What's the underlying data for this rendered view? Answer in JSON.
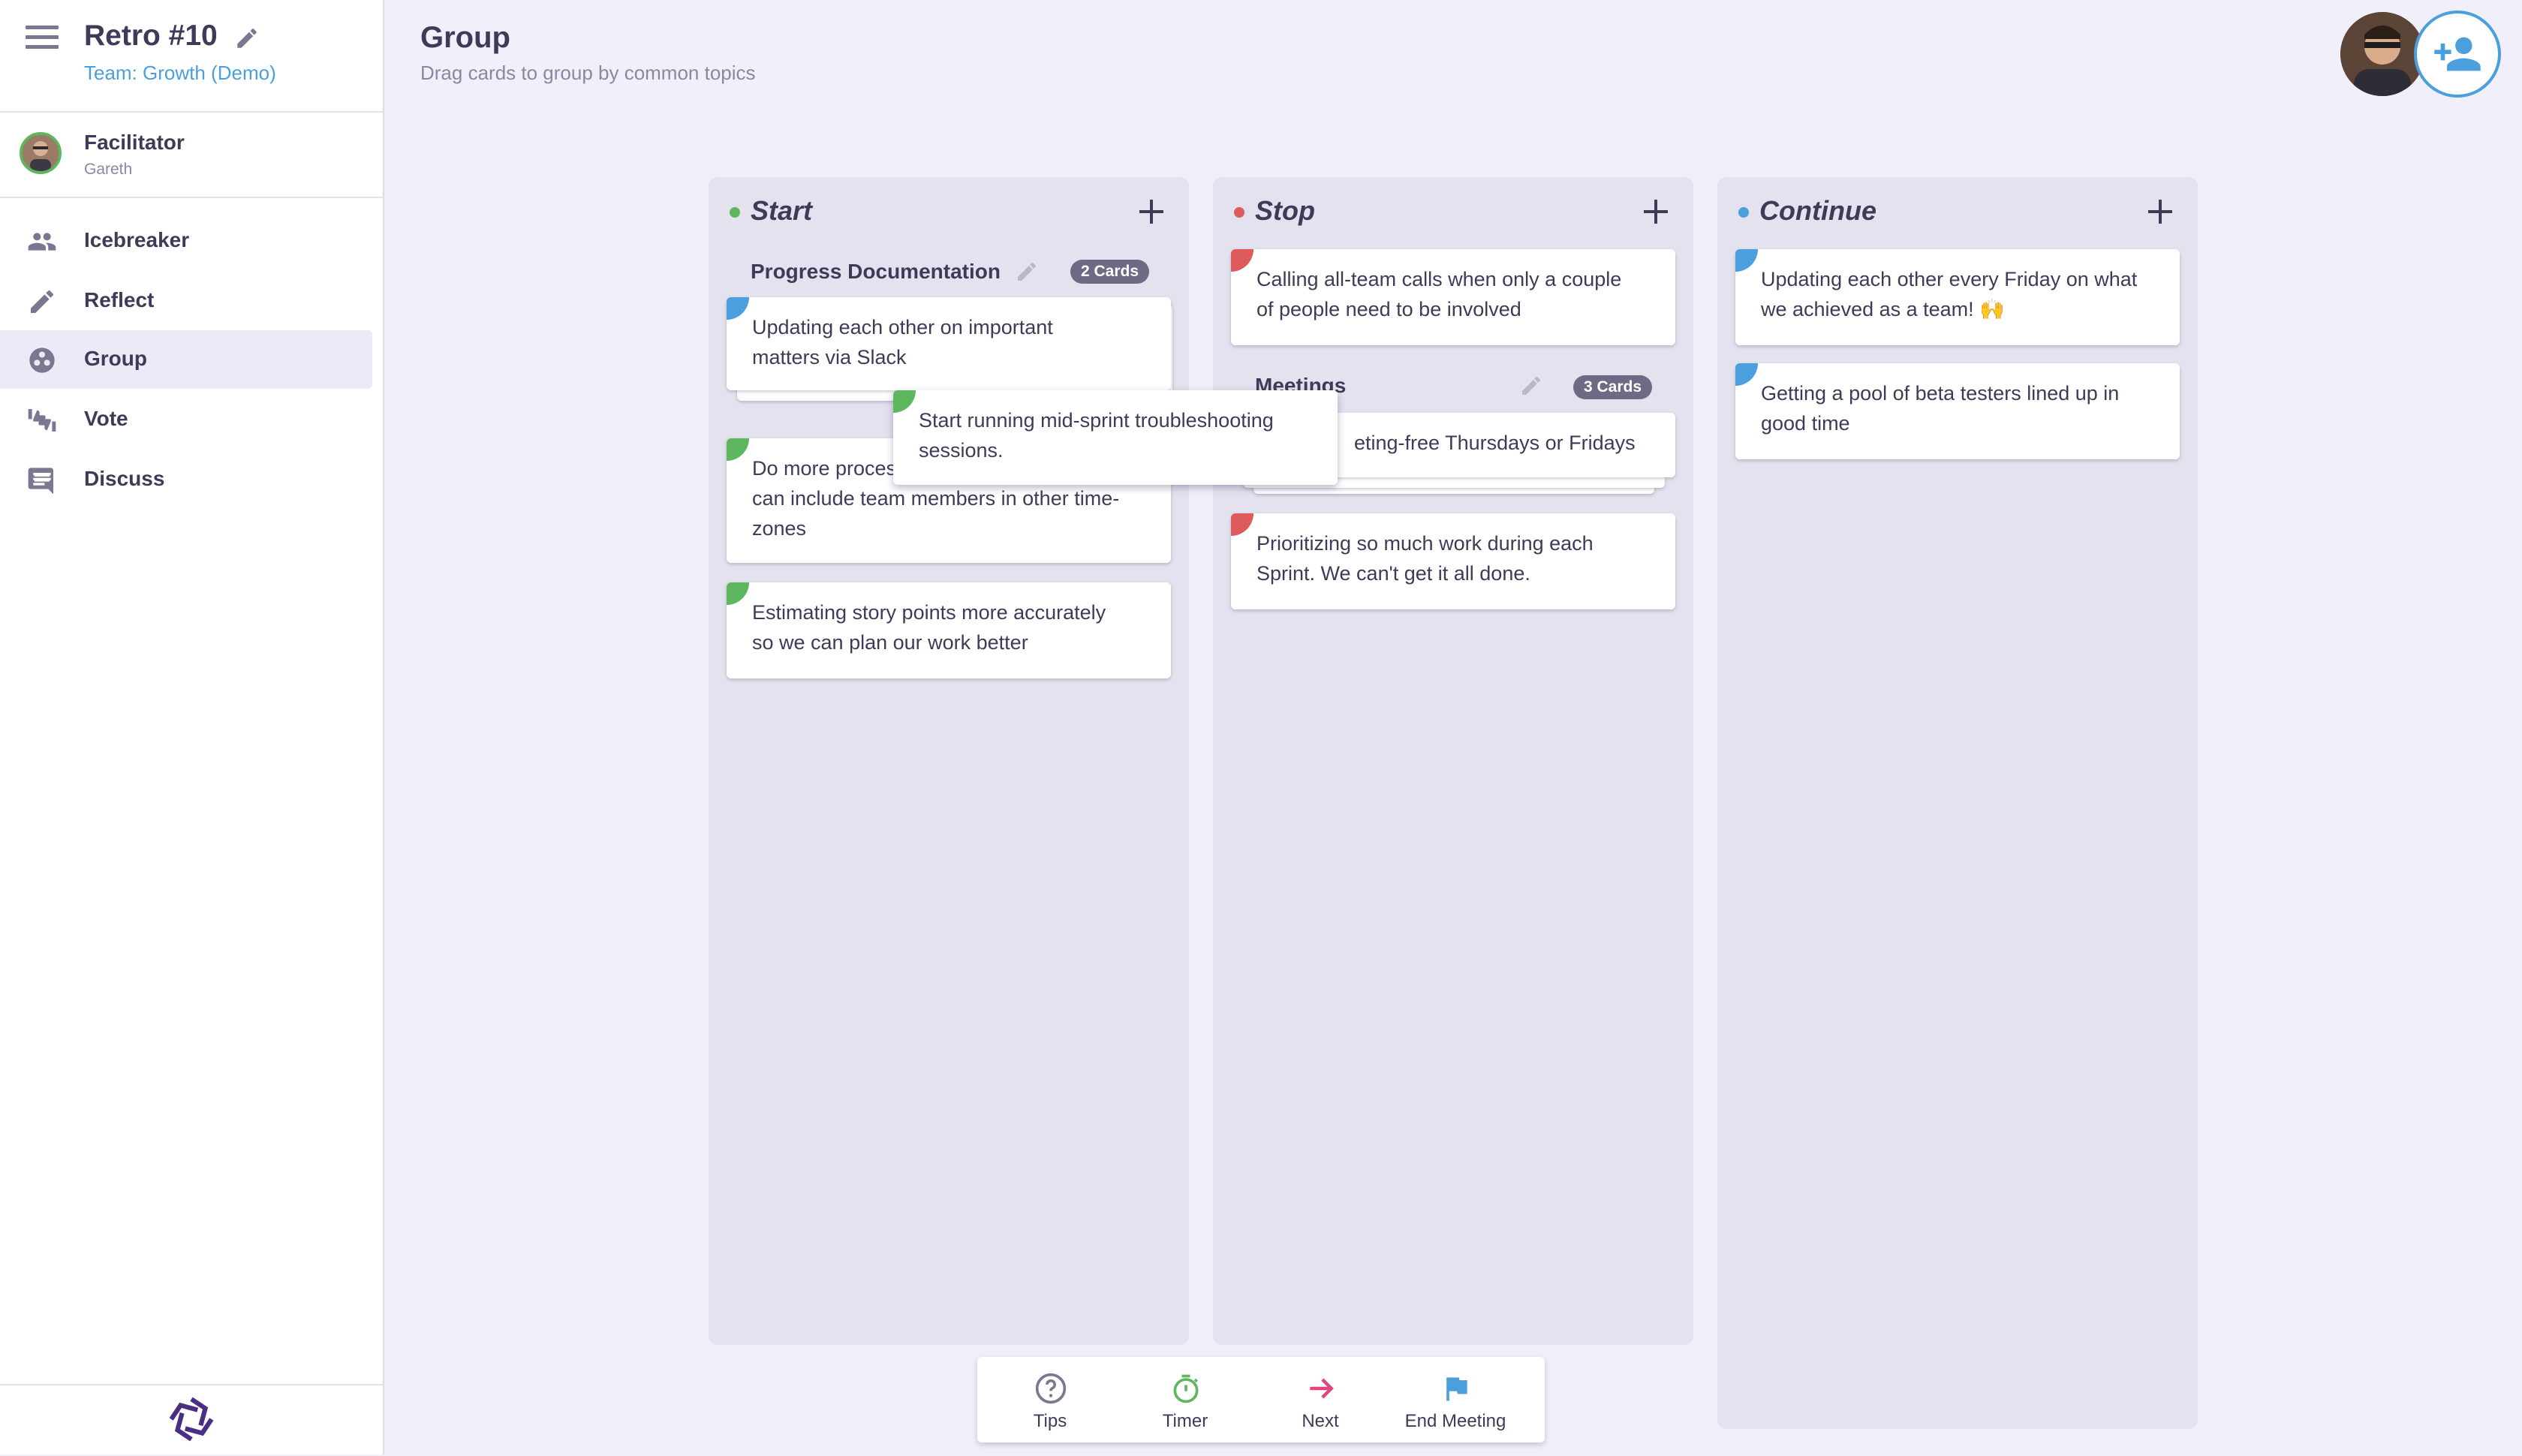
{
  "sidebar": {
    "meeting_title": "Retro #10",
    "team": "Team: Growth (Demo)",
    "facilitator_label": "Facilitator",
    "facilitator_name": "Gareth",
    "nav": [
      {
        "label": "Icebreaker",
        "icon": "people-icon"
      },
      {
        "label": "Reflect",
        "icon": "pencil-icon"
      },
      {
        "label": "Group",
        "icon": "group-icon",
        "active": true
      },
      {
        "label": "Vote",
        "icon": "thumbs-icon"
      },
      {
        "label": "Discuss",
        "icon": "comment-icon"
      }
    ]
  },
  "header": {
    "title": "Group",
    "subtitle": "Drag cards to group by common topics"
  },
  "colors": {
    "start": "#5eb65e",
    "stop": "#dd5b5b",
    "continue": "#4a9fdc",
    "accent": "#4a9fdc"
  },
  "columns": [
    {
      "title": "Start",
      "group": {
        "title": "Progress Documentation",
        "badge": "2 Cards",
        "card": "Updating each other on important matters via Slack"
      },
      "cards": [
        "Do more process ... can include team members in other time-zones",
        "Estimating story points more accurately so we can plan our work better"
      ],
      "card_lines": {
        "c1": [
          "Do more proces",
          "can include team members in other time-",
          "zones"
        ],
        "c2": [
          "Estimating story points more accurately",
          "so we can plan our work better"
        ],
        "g1": [
          "Updating each other on important",
          "matters via Slack"
        ]
      }
    },
    {
      "title": "Stop",
      "cards_lines": {
        "c1": [
          "Calling all-team calls when only a couple",
          "of people need to be involved"
        ],
        "g_title": "Meetings",
        "g_badge": "3 Cards",
        "g_card": "eting-free Thursdays or Fridays",
        "c2": [
          "Prioritizing so much work during each",
          "Sprint. We can't get it all done."
        ]
      }
    },
    {
      "title": "Continue",
      "cards_lines": {
        "c1": [
          "Updating each other every Friday on what",
          "we achieved as a team! 🙌"
        ],
        "c2": [
          "Getting a pool of beta testers lined up in",
          "good time"
        ]
      }
    }
  ],
  "dragging_card": {
    "lines": [
      "Start running mid-sprint troubleshooting",
      "sessions."
    ]
  },
  "bottom_bar": {
    "tips": "Tips",
    "timer": "Timer",
    "next": "Next",
    "end": "End Meeting"
  }
}
